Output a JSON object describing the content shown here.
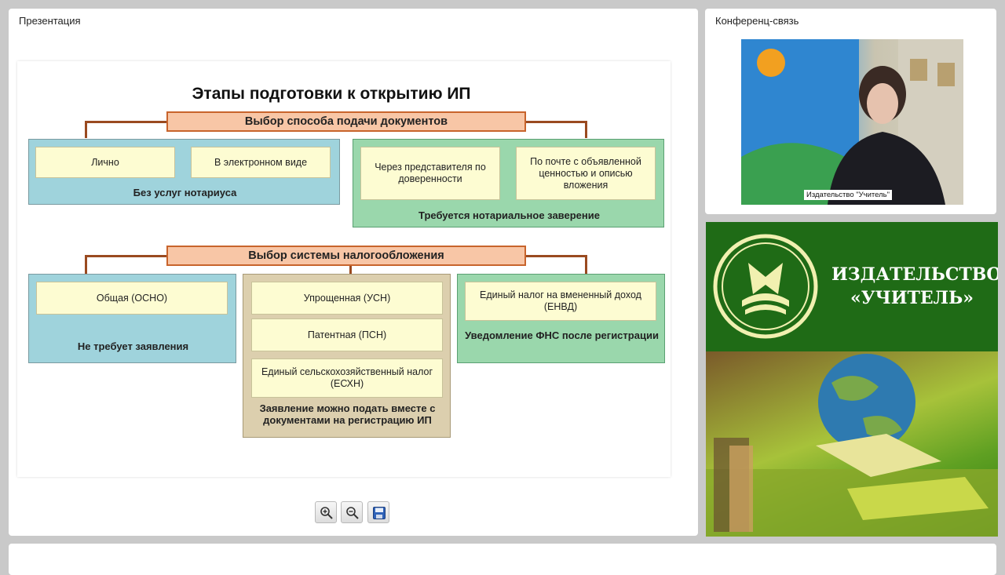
{
  "presentation": {
    "panel_title": "Презентация",
    "slide": {
      "title": "Этапы подготовки к открытию ИП",
      "section1": {
        "header": "Выбор способа подачи документов",
        "left_group": {
          "options": [
            "Лично",
            "В электронном виде"
          ],
          "note": "Без услуг нотариуса"
        },
        "right_group": {
          "options": [
            "Через представителя по доверенности",
            "По почте с объявленной ценностью и описью вложения"
          ],
          "note": "Требуется нотариальное заверение"
        }
      },
      "section2": {
        "header": "Выбор системы налогообложения",
        "left_group": {
          "options": [
            "Общая (ОСНО)"
          ],
          "note": "Не требует заявления"
        },
        "middle_group": {
          "options": [
            "Упрощенная (УСН)",
            "Патентная (ПСН)",
            "Единый сельскохозяйственный налог (ЕСХН)"
          ],
          "note": "Заявление можно подать вместе с документами на регистрацию ИП"
        },
        "right_group": {
          "options": [
            "Единый налог на вмененный доход (ЕНВД)"
          ],
          "note": "Уведомление ФНС после регистрации"
        }
      }
    },
    "toolbar": {
      "zoom_in_icon": "zoom-in-icon",
      "zoom_out_icon": "zoom-out-icon",
      "save_icon": "save-icon"
    }
  },
  "conference": {
    "panel_title": "Конференц-связь",
    "video_label": "Издательство \"Учитель\""
  },
  "ad": {
    "publisher_name_line1": "ИЗДАТЕЛЬСТВО",
    "publisher_name_line2": "«УЧИТЕЛЬ»"
  },
  "colors": {
    "header_fill": "#f8c6a6",
    "blue_group": "#9fd3dc",
    "green_group": "#9ad7ac",
    "tan_group": "#dccfae",
    "option_fill": "#fdfcd2",
    "ad_green": "#1f6b16"
  }
}
